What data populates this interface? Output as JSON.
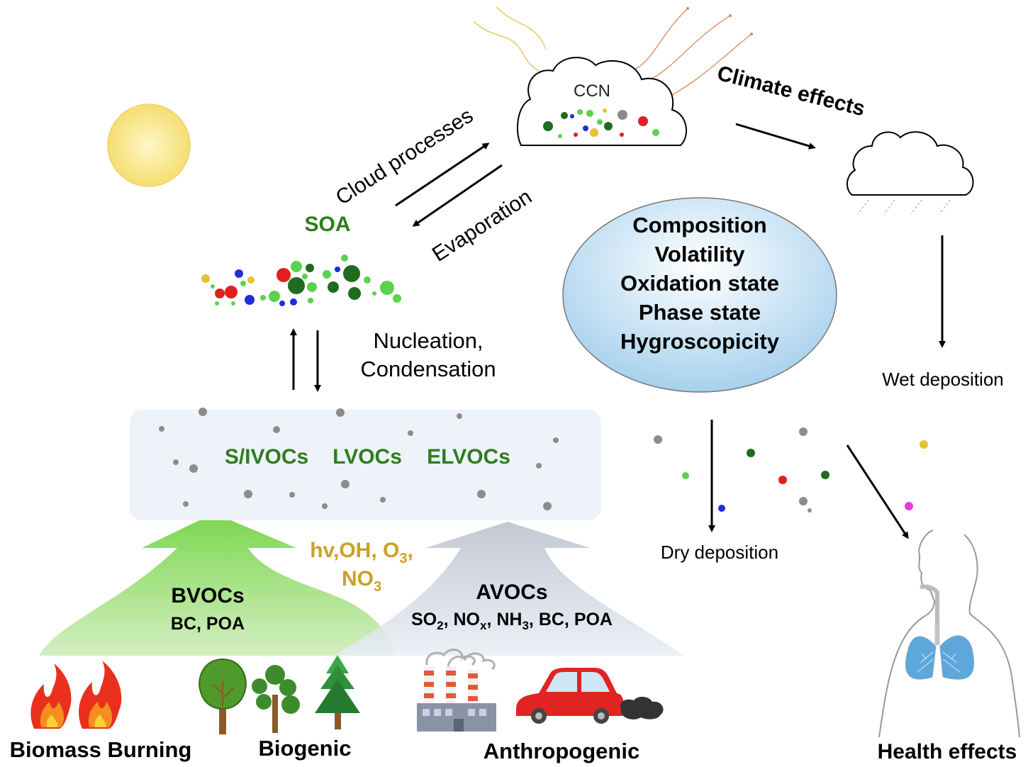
{
  "labels": {
    "cloud_processes": "Cloud processes",
    "evaporation": "Evaporation",
    "ccn": "CCN",
    "climate_effects": "Climate effects",
    "soa": "SOA",
    "nucleation": "Nucleation,",
    "condensation": "Condensation",
    "wet_deposition": "Wet deposition",
    "dry_deposition": "Dry deposition",
    "health_effects": "Health effects",
    "properties": [
      "Composition",
      "Volatility",
      "Oxidation state",
      "Phase state",
      "Hygroscopicity"
    ],
    "voc_classes": {
      "sivocs": "S/IVOCs",
      "lvocs": "LVOCs",
      "elvocs": "ELVOCs"
    },
    "oxidants_line1": {
      "a": "hv,OH, O",
      "sub": "3",
      "c": ","
    },
    "oxidants_line2": {
      "a": "NO",
      "sub": "3"
    },
    "bvocs": "BVOCs",
    "bvocs_sub": "BC, POA",
    "avocs": "AVOCs",
    "avocs_sub": {
      "so": "SO",
      "so_sub": "2",
      "no": ", NO",
      "no_sub": "x",
      "nh": ", NH",
      "nh_sub": "3",
      "rest": ", BC, POA"
    },
    "biomass_burning": "Biomass Burning",
    "biogenic": "Biogenic",
    "anthropogenic": "Anthropogenic"
  },
  "colors": {
    "green_text": "#2e7d1f",
    "oxidant_text": "#c9a227",
    "sun": "#f7e27a",
    "ellipse": "#a9d3ef"
  }
}
